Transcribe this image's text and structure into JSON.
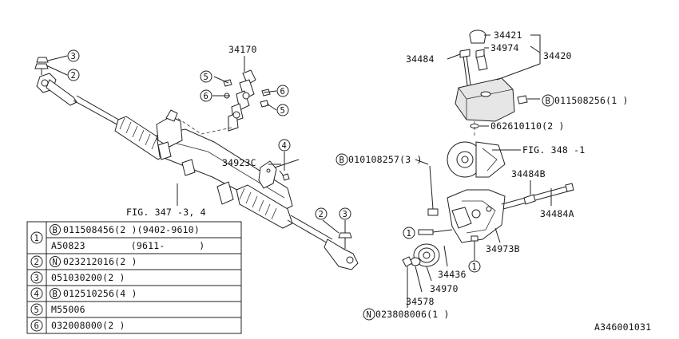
{
  "callouts": [
    {
      "id": "c34170",
      "text": "34170"
    },
    {
      "id": "c34923C",
      "text": "34923C"
    },
    {
      "id": "cfig347",
      "text": "FIG. 347 -3, 4"
    },
    {
      "id": "c34421",
      "text": "34421"
    },
    {
      "id": "c34484",
      "text": "34484"
    },
    {
      "id": "c34974",
      "text": "34974"
    },
    {
      "id": "c34420",
      "text": "34420"
    },
    {
      "id": "c011508256",
      "text": "011508256(1 )"
    },
    {
      "id": "c062610110",
      "text": "062610110(2 )"
    },
    {
      "id": "c010108257",
      "text": "010108257(3 )"
    },
    {
      "id": "cfig348",
      "text": "FIG. 348 -1"
    },
    {
      "id": "c34484B",
      "text": "34484B"
    },
    {
      "id": "c34484A",
      "text": "34484A"
    },
    {
      "id": "c34973B",
      "text": "34973B"
    },
    {
      "id": "c34436",
      "text": "34436"
    },
    {
      "id": "c34970",
      "text": "34970"
    },
    {
      "id": "c34578",
      "text": "34578"
    },
    {
      "id": "c023808006",
      "text": "023808006(1 )"
    }
  ],
  "circle_markers": {
    "one": "1",
    "two": "2",
    "three": "3",
    "four": "4",
    "five": "5",
    "six": "6",
    "B": "B",
    "N": "N"
  },
  "legend_table": {
    "rows": [
      {
        "key": "1",
        "prefix": "B",
        "text": "011508456(2 )(9402-9610)"
      },
      {
        "key": "",
        "prefix": "",
        "text": "A50823        (9611-      )"
      },
      {
        "key": "2",
        "prefix": "N",
        "text": "023212016(2 )"
      },
      {
        "key": "3",
        "prefix": "",
        "text": "051030200(2 )"
      },
      {
        "key": "4",
        "prefix": "B",
        "text": "012510256(4 )"
      },
      {
        "key": "5",
        "prefix": "",
        "text": "M55006"
      },
      {
        "key": "6",
        "prefix": "",
        "text": "032008000(2 )"
      }
    ]
  },
  "diagram_code": "A346001031"
}
